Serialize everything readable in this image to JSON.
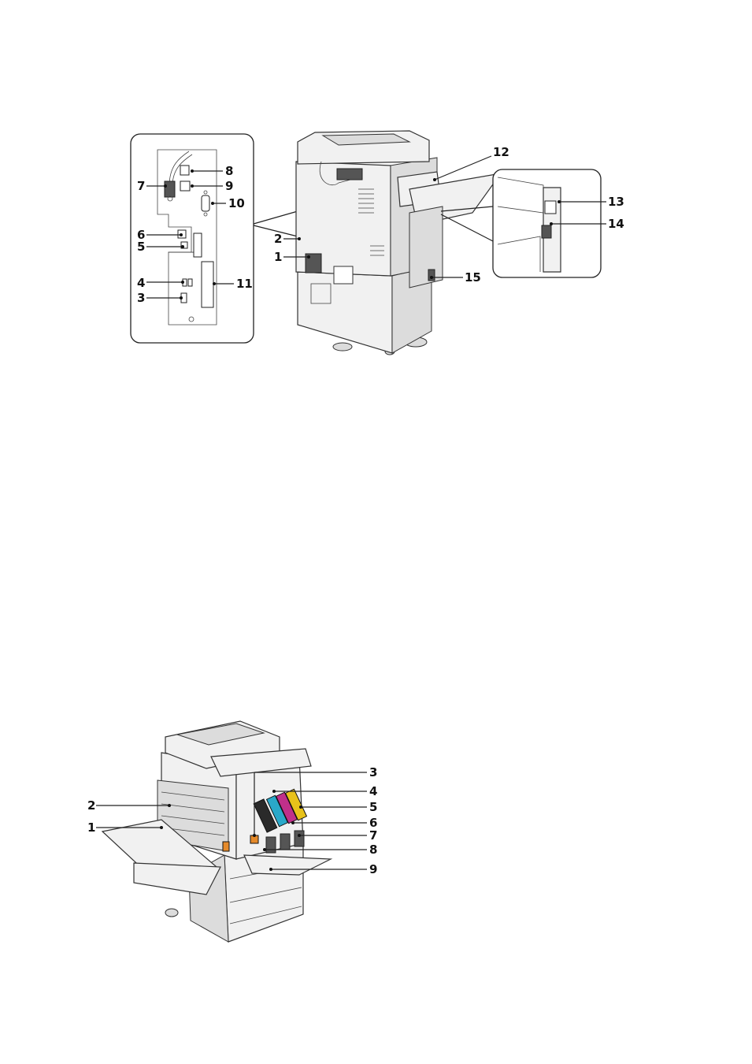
{
  "figure_top": {
    "callouts": [
      "1",
      "2",
      "3",
      "4",
      "5",
      "6",
      "7",
      "8",
      "9",
      "10",
      "11",
      "12",
      "13",
      "14",
      "15"
    ]
  },
  "figure_bottom": {
    "callouts": [
      "1",
      "2",
      "3",
      "4",
      "5",
      "6",
      "7",
      "8",
      "9"
    ]
  },
  "colors": {
    "line": "#222222",
    "cyan": "#2aa8c9",
    "magenta": "#c0308a",
    "yellow": "#e8c21a",
    "orange": "#e58a2a"
  }
}
